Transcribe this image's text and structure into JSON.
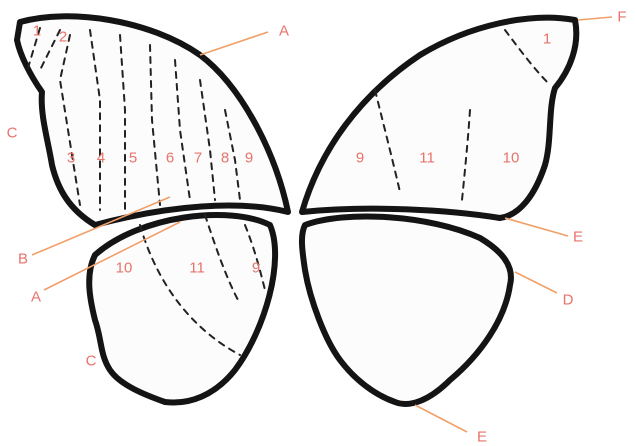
{
  "diagram": {
    "letter_labels": [
      {
        "id": "A-upper",
        "text": "A"
      },
      {
        "id": "F",
        "text": "F"
      },
      {
        "id": "C-upper",
        "text": "C"
      },
      {
        "id": "B",
        "text": "B"
      },
      {
        "id": "A-lower",
        "text": "A"
      },
      {
        "id": "E-right-upper",
        "text": "E"
      },
      {
        "id": "D",
        "text": "D"
      },
      {
        "id": "C-lower",
        "text": "C"
      },
      {
        "id": "E-bottom",
        "text": "E"
      }
    ],
    "cell_labels": {
      "left_forewing": [
        "1",
        "2",
        "3",
        "4",
        "5",
        "6",
        "7",
        "8",
        "9"
      ],
      "left_hindwing": [
        "10",
        "11",
        "9"
      ],
      "right_forewing": [
        "1",
        "9",
        "11",
        "10"
      ]
    },
    "colors": {
      "label": "#e8736a",
      "leader": "#f0a068",
      "outline": "#141414"
    }
  }
}
